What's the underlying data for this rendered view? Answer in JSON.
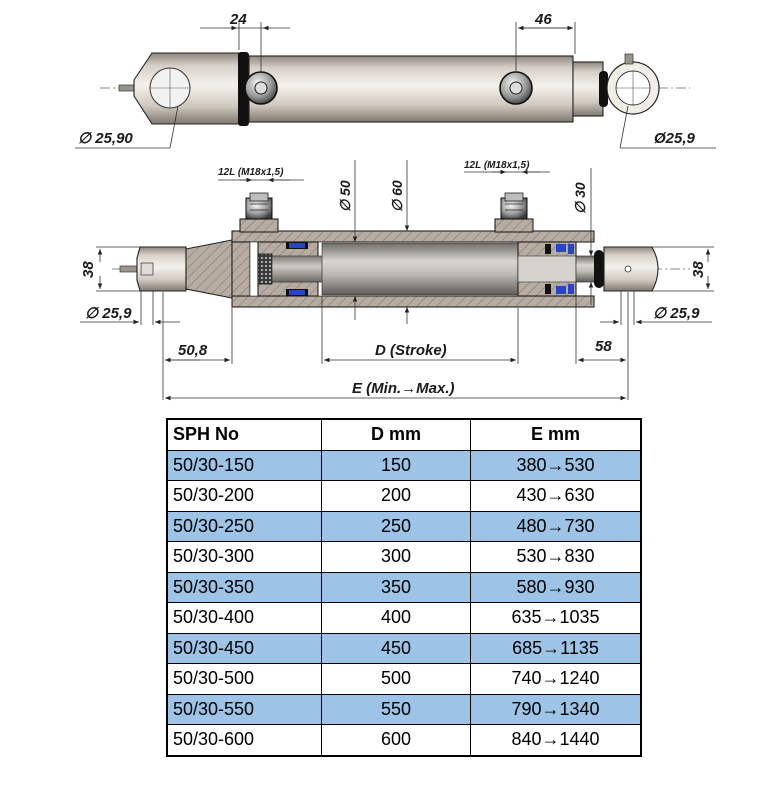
{
  "drawing": {
    "top_view": {
      "dim_left": "24",
      "dim_right": "46",
      "dia_left": "∅ 25,90",
      "dia_right": "Ø25,9"
    },
    "section_view": {
      "port_left": "12L (M18x1,5)",
      "port_right": "12L (M18x1,5)",
      "dia_bore": "∅ 50",
      "dia_outer": "∅ 60",
      "dia_rod": "∅ 30",
      "height_left": "38",
      "height_right": "38",
      "dia_pin_left": "∅ 25,9",
      "dia_pin_right": "∅ 25,9",
      "len_left": "50,8",
      "len_stroke": "D (Stroke)",
      "len_right": "58",
      "len_total": "E (Min.→Max.)"
    },
    "colors": {
      "steel_light": "#e8e3dd",
      "steel_dark": "#a9a196",
      "section_hatch": "#b7aca2",
      "seal_blue": "#2745c8",
      "seal_black": "#111111"
    }
  },
  "table": {
    "headers": [
      "SPH No",
      "D mm",
      "E mm"
    ],
    "rows": [
      [
        "50/30-150",
        "150",
        "380→530"
      ],
      [
        "50/30-200",
        "200",
        "430→630"
      ],
      [
        "50/30-250",
        "250",
        "480→730"
      ],
      [
        "50/30-300",
        "300",
        "530→830"
      ],
      [
        "50/30-350",
        "350",
        "580→930"
      ],
      [
        "50/30-400",
        "400",
        "635→1035"
      ],
      [
        "50/30-450",
        "450",
        "685→1135"
      ],
      [
        "50/30-500",
        "500",
        "740→1240"
      ],
      [
        "50/30-550",
        "550",
        "790→1340"
      ],
      [
        "50/30-600",
        "600",
        "840→1440"
      ]
    ]
  }
}
